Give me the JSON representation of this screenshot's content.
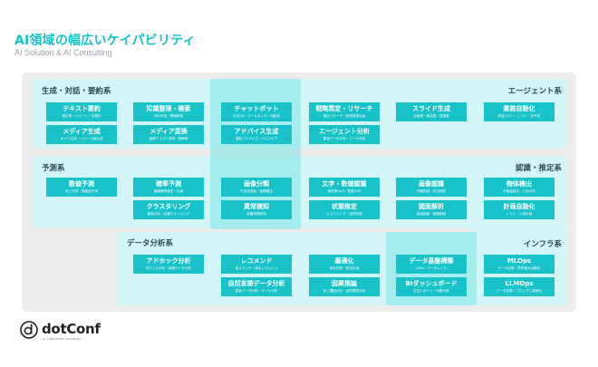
{
  "header": {
    "title": "AI領域の幅広いケイパビリティ",
    "subtitle": "AI Solution & AI Consulting"
  },
  "sections": {
    "generation": "生成・対話・要約系",
    "agent": "エージェント系",
    "prediction": "予測系",
    "recognition": "認識・推定系",
    "analytics": "データ分析系",
    "infra": "インフラ系"
  },
  "cards": [
    {
      "id": "text-summary",
      "title": "テキスト要約",
      "desc": "報告書・ツイート・対要約"
    },
    {
      "id": "knowledge-search",
      "title": "知識整理・検索",
      "desc": "FAQ作成・情報検索"
    },
    {
      "id": "chatbot",
      "title": "チャットボット",
      "desc": "社内QA・コールセンター自動化"
    },
    {
      "id": "strategy-research",
      "title": "戦略策定・リサーチ",
      "desc": "競合リサーチ・新規事業企画"
    },
    {
      "id": "slide-generation",
      "title": "スライド生成",
      "desc": "企画書・報告書・提案書"
    },
    {
      "id": "business-automation",
      "title": "業務自動化",
      "desc": "承認フロー・シフト・対予約"
    },
    {
      "id": "media-generation",
      "title": "メディア生成",
      "desc": "キャラ生成・イメージ画生成"
    },
    {
      "id": "media-conversion",
      "title": "メディア変換",
      "desc": "画像テイスト変更・超解像"
    },
    {
      "id": "advice-generation",
      "title": "アドバイス生成",
      "desc": "運転アドバイス・ヘルスケア"
    },
    {
      "id": "agent-analysis",
      "title": "エージェント分析",
      "desc": "患者データ分析・マーケ分析"
    },
    {
      "id": "numeric-forecast",
      "title": "数値予測",
      "desc": "売上予測・需要量予測"
    },
    {
      "id": "probability-forecast",
      "title": "確率予測",
      "desc": "離職確率推定・災害"
    },
    {
      "id": "image-classification",
      "title": "画像分類",
      "desc": "不良品検知・画像鑑定"
    },
    {
      "id": "ocr",
      "title": "文字・数値認識",
      "desc": "請求書OCR・数値OCR"
    },
    {
      "id": "image-recognition",
      "title": "画像認識",
      "desc": "外観検査・劣化検知"
    },
    {
      "id": "object-detection",
      "title": "物体検出",
      "desc": "不審者検出・人流分析"
    },
    {
      "id": "clustering",
      "title": "クラスタリング",
      "desc": "顧客分析・店舗グルーピング"
    },
    {
      "id": "anomaly-detection",
      "title": "異常検知",
      "desc": "設備故障検知"
    },
    {
      "id": "state-estimation",
      "title": "状態推定",
      "desc": "スコアリング・品質評価"
    },
    {
      "id": "drawing-analysis",
      "title": "図面解析",
      "desc": "製品図面・建築図面"
    },
    {
      "id": "plan-automation",
      "title": "計画自動化",
      "desc": "シフト・人員計画"
    },
    {
      "id": "adhoc-analysis",
      "title": "アドホック分析",
      "desc": "売り上げ分析・施策データ分析"
    },
    {
      "id": "recommend",
      "title": "レコメンド",
      "desc": "求人マッチ・商品レコメンド"
    },
    {
      "id": "optimization",
      "title": "最適化",
      "desc": "商品在庫・配送計画"
    },
    {
      "id": "data-platform",
      "title": "データ基盤構築",
      "desc": "DWH・データレイク"
    },
    {
      "id": "mlops",
      "title": "MLOps",
      "desc": "データ収集・再学習の自動化"
    },
    {
      "id": "nlp-analysis",
      "title": "自然言語データ分析",
      "desc": "患者データ分析・マーケ分析"
    },
    {
      "id": "causal-inference",
      "title": "因果推論",
      "desc": "売上要因分析・品質要因分析"
    },
    {
      "id": "bi-dashboard",
      "title": "BIダッシュボード",
      "desc": "広告レポート・行動分析"
    },
    {
      "id": "llmops",
      "title": "LLMOps",
      "desc": "データ収集・プロンプト最適化"
    }
  ],
  "logo": {
    "wordmark": "dotConf",
    "tagline": "AI CREATION COMPANY"
  },
  "colors": {
    "accent": "#17c3c9",
    "band": "#d2f6f7",
    "highlight": "#7ee3e8",
    "panel": "#ececec"
  }
}
